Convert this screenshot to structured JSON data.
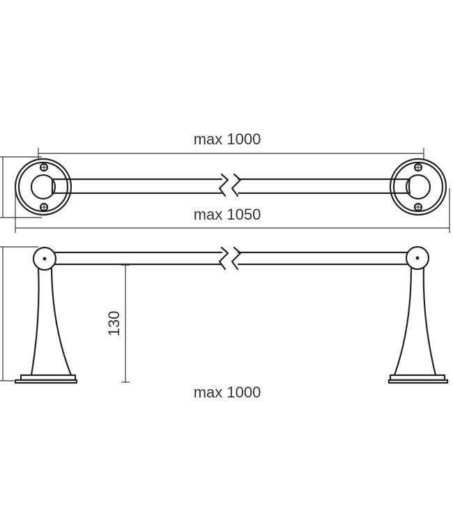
{
  "dimensions": {
    "top_length": "max 1000",
    "overall_length": "max 1050",
    "height": "130",
    "bottom_length": "max 1000"
  },
  "colors": {
    "line": "#222222",
    "text": "#333333",
    "background": "#ffffff"
  }
}
